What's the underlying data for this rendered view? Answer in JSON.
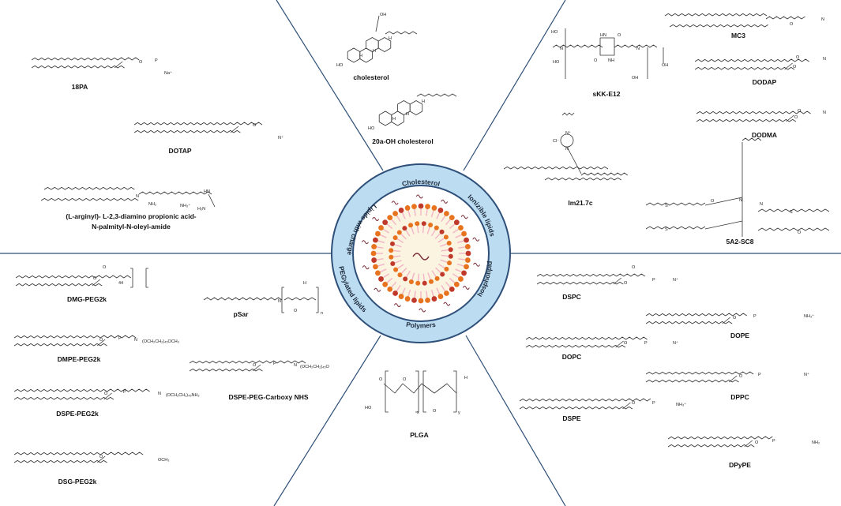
{
  "center": {
    "ring_labels": {
      "top": "Cholesterol",
      "upper_right": "Ionizible lipids",
      "lower_right": "Phospholipids",
      "bottom": "Polymers",
      "lower_left": "PEGylated lipids",
      "upper_left": "Lipids with charge"
    },
    "colors": {
      "ring_fill": "#bcdcf2",
      "ring_stroke": "#2e4f78",
      "core": "#fbf4e0",
      "head_orange": "#e8731f",
      "head_red": "#c0392b",
      "tail": "#f3b4c8"
    }
  },
  "sections": {
    "cholesterol": [
      {
        "name": "cholesterol",
        "atoms": [
          "HO",
          "H",
          "H",
          "H",
          "OH"
        ]
      },
      {
        "name": "20a-OH cholesterol",
        "atoms": [
          "HO",
          "H",
          "H",
          "H"
        ]
      }
    ],
    "ionizable": [
      {
        "name": "MC3",
        "atoms": [
          "O",
          "N"
        ]
      },
      {
        "name": "DODAP",
        "atoms": [
          "O",
          "O",
          "N"
        ]
      },
      {
        "name": "DODMA",
        "atoms": [
          "O",
          "O",
          "N"
        ]
      },
      {
        "name": "sKK-E12",
        "atoms": [
          "HO",
          "HO",
          "N",
          "N",
          "HN",
          "NH",
          "O",
          "O",
          "OH",
          "OH"
        ]
      },
      {
        "name": "Im21.7c",
        "atoms": [
          "Cl⁻",
          "N⁺",
          "N"
        ]
      },
      {
        "name": "5A2-SC8",
        "atoms": [
          "S",
          "S",
          "S",
          "O",
          "O",
          "N",
          "N"
        ]
      }
    ],
    "phospholipids": [
      {
        "name": "DSPC",
        "atoms": [
          "O",
          "O",
          "P",
          "N⁺"
        ]
      },
      {
        "name": "DOPE",
        "atoms": [
          "O",
          "P",
          "NH₃⁺"
        ]
      },
      {
        "name": "DOPC",
        "atoms": [
          "O",
          "P",
          "N⁺"
        ]
      },
      {
        "name": "DPPC",
        "atoms": [
          "O",
          "P",
          "N⁺"
        ]
      },
      {
        "name": "DSPE",
        "atoms": [
          "O",
          "P",
          "NH₃⁺"
        ]
      },
      {
        "name": "DPyPE",
        "atoms": [
          "O",
          "P",
          "NH₂"
        ]
      }
    ],
    "polymers": [
      {
        "name": "PLGA",
        "atoms": [
          "HO",
          "O",
          "O",
          "O",
          "x",
          "y",
          "H"
        ]
      }
    ],
    "pegylated": [
      {
        "name": "DMG-PEG2k",
        "atoms": [
          "O",
          "O",
          "44"
        ]
      },
      {
        "name": "DMPE-PEG2k",
        "atoms": [
          "O",
          "P",
          "N",
          "(OCH₂CH₂)₄₅OCH₃"
        ]
      },
      {
        "name": "DSPE-PEG2k",
        "atoms": [
          "O",
          "P",
          "N",
          "(OCH₂CH₂)₄₅NH₂"
        ]
      },
      {
        "name": "DSG-PEG2k",
        "atoms": [
          "O",
          "OCH₃"
        ]
      },
      {
        "name": "pSar",
        "atoms": [
          "N",
          "O",
          "H",
          "n"
        ]
      },
      {
        "name": "DSPE-PEG-Carboxy NHS",
        "atoms": [
          "O",
          "P",
          "N",
          "(OCH₂CH₂)₄₅O"
        ]
      }
    ],
    "charged": [
      {
        "name": "18PA",
        "atoms": [
          "O",
          "P",
          "Na⁺"
        ]
      },
      {
        "name": "DOTAP",
        "atoms": [
          "O",
          "N⁺"
        ]
      },
      {
        "name": "(L-arginyl)- L-2,3-diamino propionic acid-",
        "atoms": [
          "N",
          "NH₂",
          "NH₃⁺",
          "HN",
          "H₂N"
        ]
      },
      {
        "name": "N-palmityl-N-oleyl-amide",
        "atoms": []
      }
    ]
  }
}
